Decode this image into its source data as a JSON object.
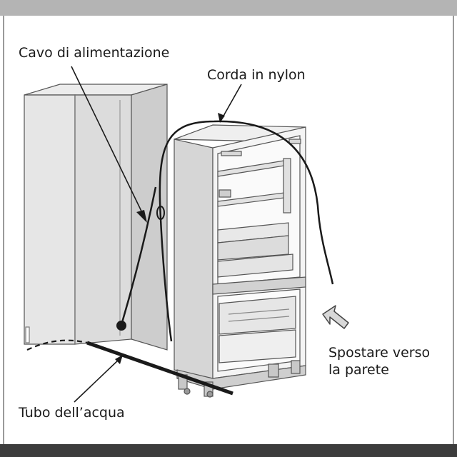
{
  "labels": {
    "power_cable": "Cavo di alimentazione",
    "nylon_cord": "Corda in nylon",
    "water_tube": "Tubo dell’acqua",
    "push_line1": "Spostare verso",
    "push_line2": "la parete"
  },
  "colors": {
    "top_bar": "#b4b4b4",
    "bottom_bar": "#3c3c3c",
    "line": "#1a1a1a",
    "panel_light": "#e4e4e4",
    "panel_mid": "#cfcfcf",
    "arrow_fill": "#d8d8d8"
  },
  "icons": [
    "push-arrow-icon"
  ]
}
